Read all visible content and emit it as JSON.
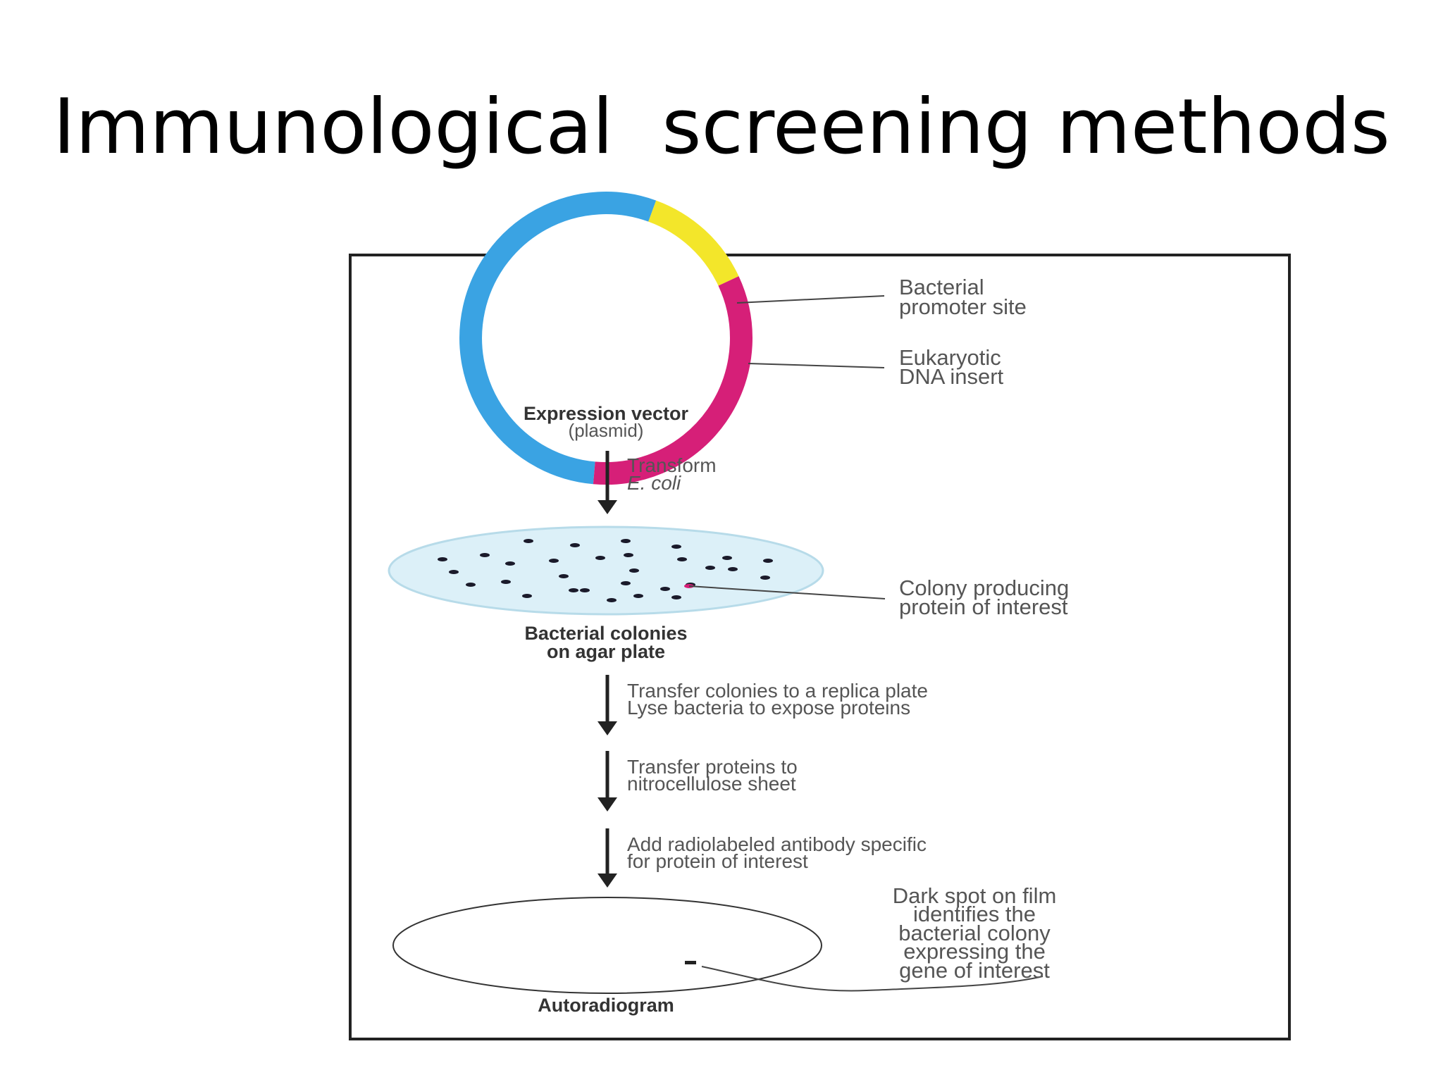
{
  "slide": {
    "title": "Immunological  screening methods"
  },
  "diagram": {
    "vector": {
      "label_line1": "Expression vector",
      "label_line2": "(plasmid)",
      "promoter_line1": "Bacterial",
      "promoter_line2": "promoter site",
      "insert_line1": "Eukaryotic",
      "insert_line2": "DNA insert"
    },
    "step1": {
      "line1": "Transform",
      "line2": "E. coli"
    },
    "plate": {
      "label_line1": "Bacterial colonies",
      "label_line2": "on agar plate",
      "callout_line1": "Colony producing",
      "callout_line2": "protein of interest"
    },
    "step2": {
      "line1": "Transfer colonies to a replica plate",
      "line2": "Lyse bacteria to expose proteins"
    },
    "step3": {
      "line1": "Transfer proteins to",
      "line2": "nitrocellulose sheet"
    },
    "step4": {
      "line1": "Add radiolabeled antibody specific",
      "line2": "for protein of interest"
    },
    "film": {
      "label": "Autoradiogram",
      "callout_line1": "Dark spot on film",
      "callout_line2": "identifies the",
      "callout_line3": "bacterial colony",
      "callout_line4": "expressing the",
      "callout_line5": "gene of interest"
    },
    "colors": {
      "plasmid_backbone": "#3aa3e3",
      "promoter": "#f3e62a",
      "insert": "#d61f78",
      "agar": "#dcf0f8",
      "frame": "#222222"
    }
  }
}
